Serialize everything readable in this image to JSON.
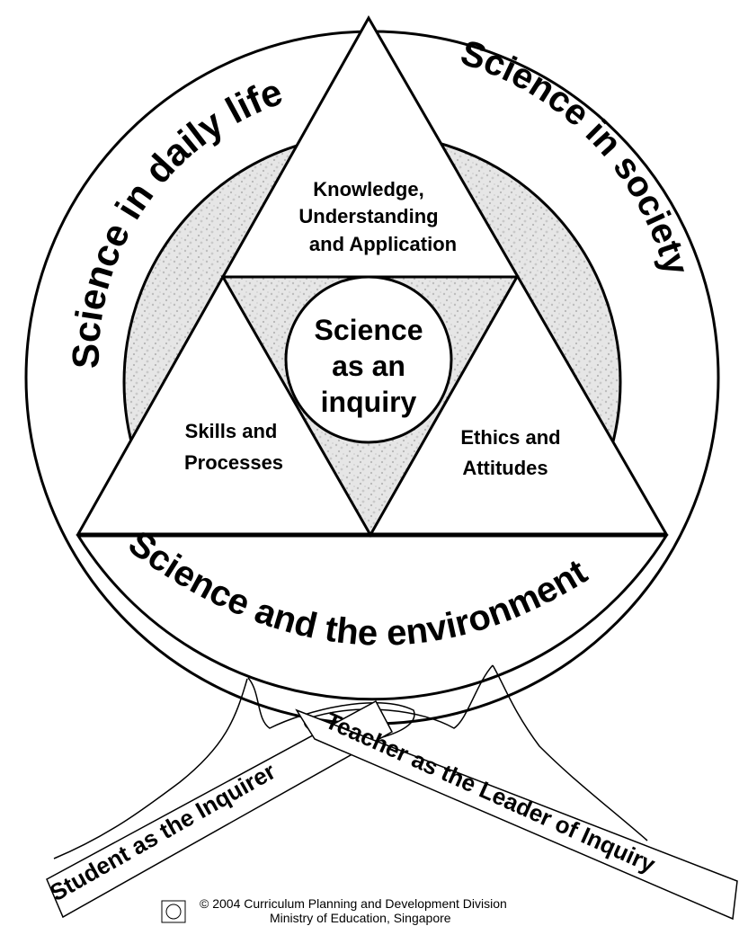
{
  "outer_ring": {
    "top_left": "Science in daily life",
    "top_right": "Science in society",
    "bottom": "Science and the environment"
  },
  "triangle": {
    "top": [
      "Knowledge,",
      "Understanding",
      "and Application"
    ],
    "left": [
      "Skills and",
      "Processes"
    ],
    "right": [
      "Ethics and",
      "Attitudes"
    ],
    "center": [
      "Science",
      "as an",
      "inquiry"
    ]
  },
  "hands": {
    "student": "Student as the Inquirer",
    "teacher": "Teacher as the Leader of Inquiry"
  },
  "footer": {
    "copyright": "© 2004 Curriculum Planning and Development Division",
    "ministry": "Ministry of Education, Singapore"
  },
  "colors": {
    "stroke": "#000000",
    "texture": "#d9d9d9",
    "background": "#ffffff"
  }
}
